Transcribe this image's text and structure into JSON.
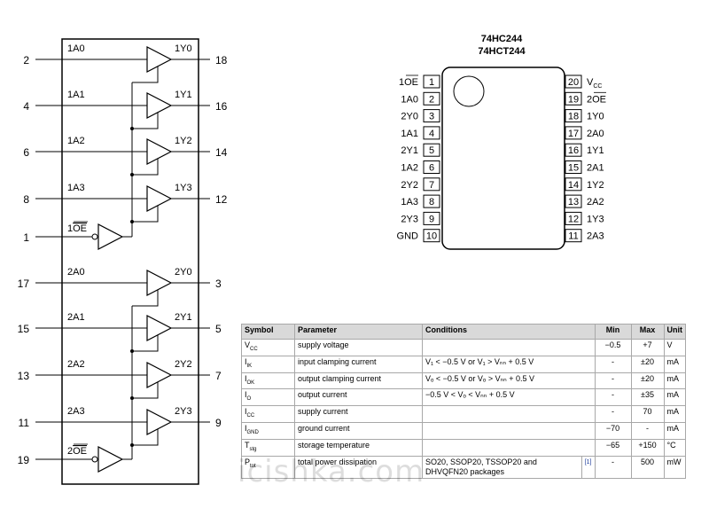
{
  "logic_diagram": {
    "buffers": [
      {
        "in_pin": "2",
        "in_label": "1A0",
        "out_label": "1Y0",
        "out_pin": "18"
      },
      {
        "in_pin": "4",
        "in_label": "1A1",
        "out_label": "1Y1",
        "out_pin": "16"
      },
      {
        "in_pin": "6",
        "in_label": "1A2",
        "out_label": "1Y2",
        "out_pin": "14"
      },
      {
        "in_pin": "8",
        "in_label": "1A3",
        "out_label": "1Y3",
        "out_pin": "12"
      },
      {
        "in_pin": "17",
        "in_label": "2A0",
        "out_label": "2Y0",
        "out_pin": "3"
      },
      {
        "in_pin": "15",
        "in_label": "2A1",
        "out_label": "2Y1",
        "out_pin": "5"
      },
      {
        "in_pin": "13",
        "in_label": "2A2",
        "out_label": "2Y2",
        "out_pin": "7"
      },
      {
        "in_pin": "11",
        "in_label": "2A3",
        "out_label": "2Y3",
        "out_pin": "9"
      }
    ],
    "enables": [
      {
        "pin": "1",
        "num": "1",
        "name": "OE"
      },
      {
        "pin": "19",
        "num": "2",
        "name": "OE"
      }
    ]
  },
  "pinout": {
    "title_line1": "74HC244",
    "title_line2": "74HCT244",
    "left_pins": [
      {
        "num": "1",
        "prefix": "1",
        "name": "OE",
        "overline": true
      },
      {
        "num": "2",
        "prefix": "",
        "name": "1A0",
        "overline": false
      },
      {
        "num": "3",
        "prefix": "",
        "name": "2Y0",
        "overline": false
      },
      {
        "num": "4",
        "prefix": "",
        "name": "1A1",
        "overline": false
      },
      {
        "num": "5",
        "prefix": "",
        "name": "2Y1",
        "overline": false
      },
      {
        "num": "6",
        "prefix": "",
        "name": "1A2",
        "overline": false
      },
      {
        "num": "7",
        "prefix": "",
        "name": "2Y2",
        "overline": false
      },
      {
        "num": "8",
        "prefix": "",
        "name": "1A3",
        "overline": false
      },
      {
        "num": "9",
        "prefix": "",
        "name": "2Y3",
        "overline": false
      },
      {
        "num": "10",
        "prefix": "",
        "name": "GND",
        "overline": false
      }
    ],
    "right_pins": [
      {
        "num": "20",
        "name": "V",
        "sub": "CC",
        "prefix": "",
        "overline": false
      },
      {
        "num": "19",
        "name": "OE",
        "prefix": "2",
        "overline": true,
        "sub": ""
      },
      {
        "num": "18",
        "name": "1Y0",
        "prefix": "",
        "overline": false,
        "sub": ""
      },
      {
        "num": "17",
        "name": "2A0",
        "prefix": "",
        "overline": false,
        "sub": ""
      },
      {
        "num": "16",
        "name": "1Y1",
        "prefix": "",
        "overline": false,
        "sub": ""
      },
      {
        "num": "15",
        "name": "2A1",
        "prefix": "",
        "overline": false,
        "sub": ""
      },
      {
        "num": "14",
        "name": "1Y2",
        "prefix": "",
        "overline": false,
        "sub": ""
      },
      {
        "num": "13",
        "name": "2A2",
        "prefix": "",
        "overline": false,
        "sub": ""
      },
      {
        "num": "12",
        "name": "1Y3",
        "prefix": "",
        "overline": false,
        "sub": ""
      },
      {
        "num": "11",
        "name": "2A3",
        "prefix": "",
        "overline": false,
        "sub": ""
      }
    ]
  },
  "table": {
    "headers": {
      "symbol": "Symbol",
      "parameter": "Parameter",
      "conditions": "Conditions",
      "min": "Min",
      "max": "Max",
      "unit": "Unit"
    },
    "rows": [
      {
        "sym": "V",
        "sub": "CC",
        "param": "supply voltage",
        "cond": "",
        "note": "",
        "min": "−0.5",
        "max": "+7",
        "unit": "V"
      },
      {
        "sym": "I",
        "sub": "IK",
        "param": "input clamping current",
        "cond": "V₁ < −0.5 V or V₁ > Vₙₙ + 0.5 V",
        "note": "",
        "min": "-",
        "max": "±20",
        "unit": "mA"
      },
      {
        "sym": "I",
        "sub": "OK",
        "param": "output clamping current",
        "cond": "Vₒ < −0.5 V or Vₒ > Vₙₙ + 0.5 V",
        "note": "",
        "min": "-",
        "max": "±20",
        "unit": "mA"
      },
      {
        "sym": "I",
        "sub": "O",
        "param": "output current",
        "cond": "−0.5 V < Vₒ < Vₙₙ + 0.5 V",
        "note": "",
        "min": "-",
        "max": "±35",
        "unit": "mA"
      },
      {
        "sym": "I",
        "sub": "CC",
        "param": "supply current",
        "cond": "",
        "note": "",
        "min": "-",
        "max": "70",
        "unit": "mA"
      },
      {
        "sym": "I",
        "sub": "GND",
        "param": "ground current",
        "cond": "",
        "note": "",
        "min": "−70",
        "max": "-",
        "unit": "mA"
      },
      {
        "sym": "T",
        "sub": "stg",
        "param": "storage temperature",
        "cond": "",
        "note": "",
        "min": "−65",
        "max": "+150",
        "unit": "°C"
      },
      {
        "sym": "P",
        "sub": "tot",
        "param": "total power dissipation",
        "cond": "SO20, SSOP20, TSSOP20 and DHVQFN20 packages",
        "note": "[1]",
        "min": "-",
        "max": "500",
        "unit": "mW"
      }
    ]
  },
  "watermark": "icishka.com"
}
